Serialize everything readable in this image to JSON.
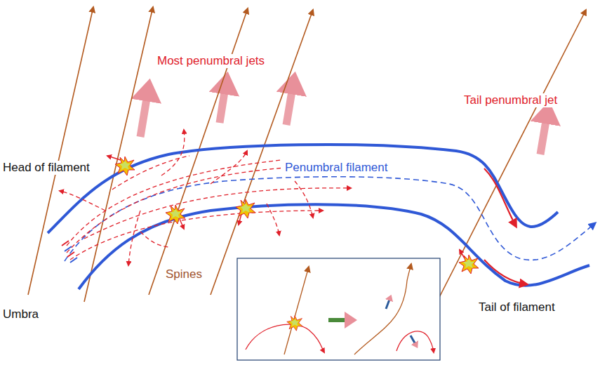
{
  "diagram": {
    "labels": [
      "Most penumbral jets",
      "Tail penumbral jet",
      "Head of filament",
      "Penumbral filament",
      "Spines",
      "Umbra",
      "Tail of filament"
    ]
  }
}
